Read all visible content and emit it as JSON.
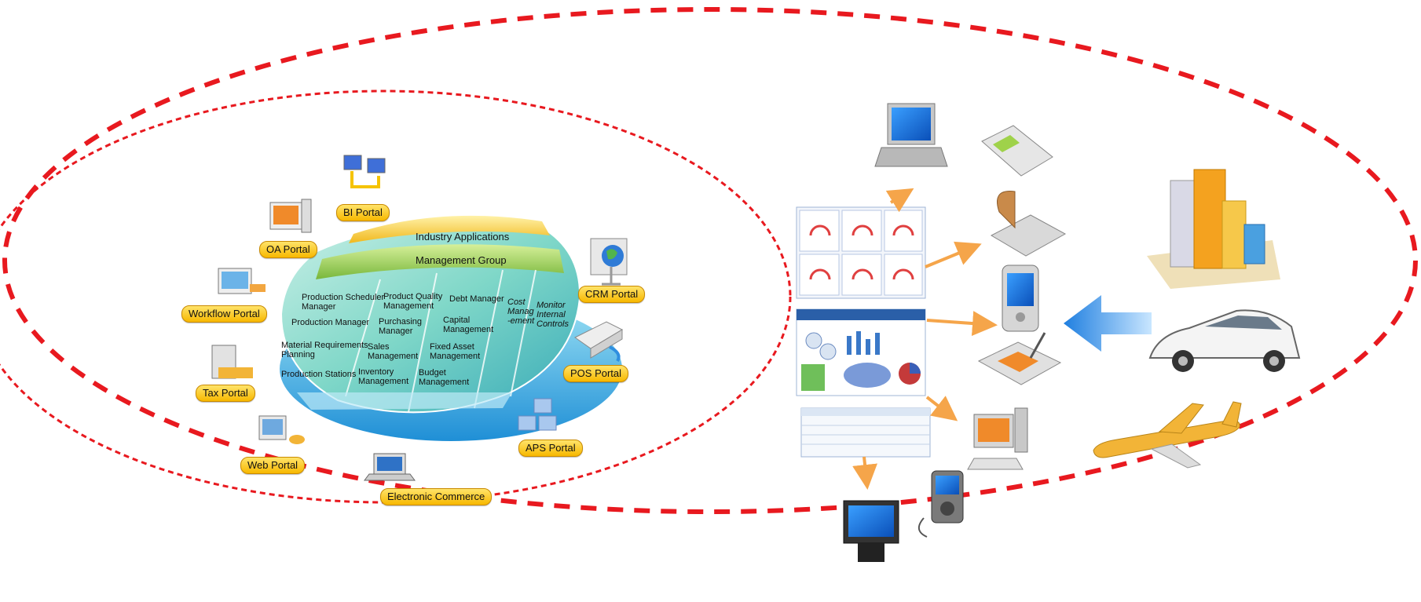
{
  "diagram": {
    "industry_applications": "Industry Applications",
    "management_group": "Management Group",
    "modules": {
      "production_scheduler_manager": "Production Scheduler\nManager",
      "production_manager": "Production Manager",
      "material_requirements_planning": "Material Requirements\nPlanning",
      "production_stations": "Production Stations",
      "product_quality_management": "Product Quality\nManagement",
      "purchasing_manager": "Purchasing\nManager",
      "sales_management": "Sales\nManagement",
      "inventory_management": "Inventory\nManagement",
      "debt_manager": "Debt Manager",
      "capital_management": "Capital\nManagement",
      "fixed_asset_management": "Fixed Asset\nManagement",
      "budget_management": "Budget\nManagement",
      "cost_management": "Cost\nManag\n-ement",
      "monitor_internal_controls": "Monitor\nInternal\nControls"
    },
    "portals": {
      "bi": "BI Portal",
      "oa": "OA Portal",
      "workflow": "Workflow Portal",
      "tax": "Tax Portal",
      "web": "Web Portal",
      "electronic_commerce": "Electronic Commerce",
      "aps": "APS Portal",
      "pos": "POS Portal",
      "crm": "CRM Portal"
    },
    "colors": {
      "dash_red": "#e8191f",
      "portal_label": "#ffd21f",
      "teal": "#4fc1b5",
      "blue": "#3fa3d8",
      "yellow_band": "#f7c531",
      "green_band": "#8cc63f",
      "arrow_orange": "#f5a54a",
      "arrow_blue": "#2f8fe0"
    },
    "icons": [
      "bi-computers-icon",
      "oa-computer-icon",
      "workflow-monitor-icon",
      "tax-building-icon",
      "web-cart-icon",
      "ecommerce-laptop-icon",
      "aps-blocks-icon",
      "pos-terminal-icon",
      "crm-globe-icon",
      "laptop-icon",
      "cordless-phone-icon",
      "desk-phone-icon",
      "pda-icon",
      "tablet-pen-icon",
      "desktop-pc-icon",
      "tv-icon",
      "mp3-player-icon",
      "buildings-icon",
      "car-icon",
      "airplane-icon",
      "big-blue-arrow-icon"
    ]
  }
}
